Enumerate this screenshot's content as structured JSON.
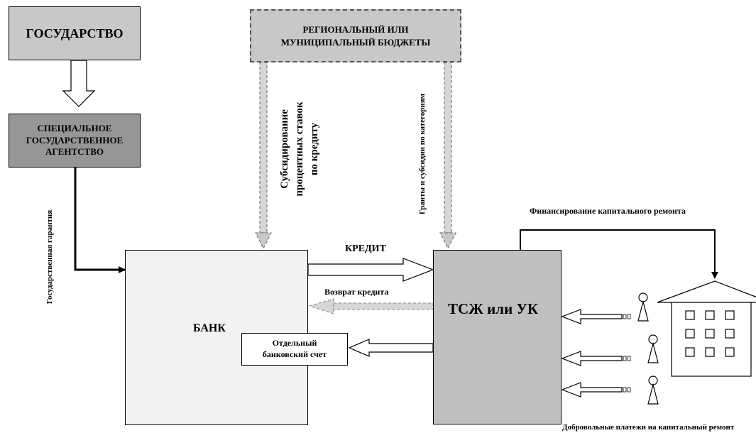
{
  "boxes": {
    "state": "ГОСУДАРСТВО",
    "budget": "РЕГИОНАЛЬНЫЙ ИЛИ МУНИЦИПАЛЬНЫЙ БЮДЖЕТЫ",
    "agency": "СПЕЦИАЛЬНОЕ ГОСУДАРСТВЕННОЕ АГЕНТСТВО",
    "bank": "БАНК",
    "account": "Отдельный банковский счет",
    "hoa": "ТСЖ или УК"
  },
  "labels": {
    "guarantee": "Государственная гарантия",
    "subsidy_1": "Субсидирование",
    "subsidy_2": "процентных ставок",
    "subsidy_3": "по кредиту",
    "grants": "Гранты и субсидии по категориям",
    "credit": "КРЕДИТ",
    "return": "Возврат кредита",
    "repair_funding": "Финансирование капитального ремонта",
    "voluntary": "Добровольные платежи на капитальный ремонт"
  },
  "colors": {
    "state_fill": "#c8c8c8",
    "budget_fill": "#c8c8c8",
    "agency_fill": "#969696",
    "bank_fill": "#f2f2f2",
    "hoa_fill": "#c0c0c0",
    "arrow_gray": "#b4b4b4"
  }
}
